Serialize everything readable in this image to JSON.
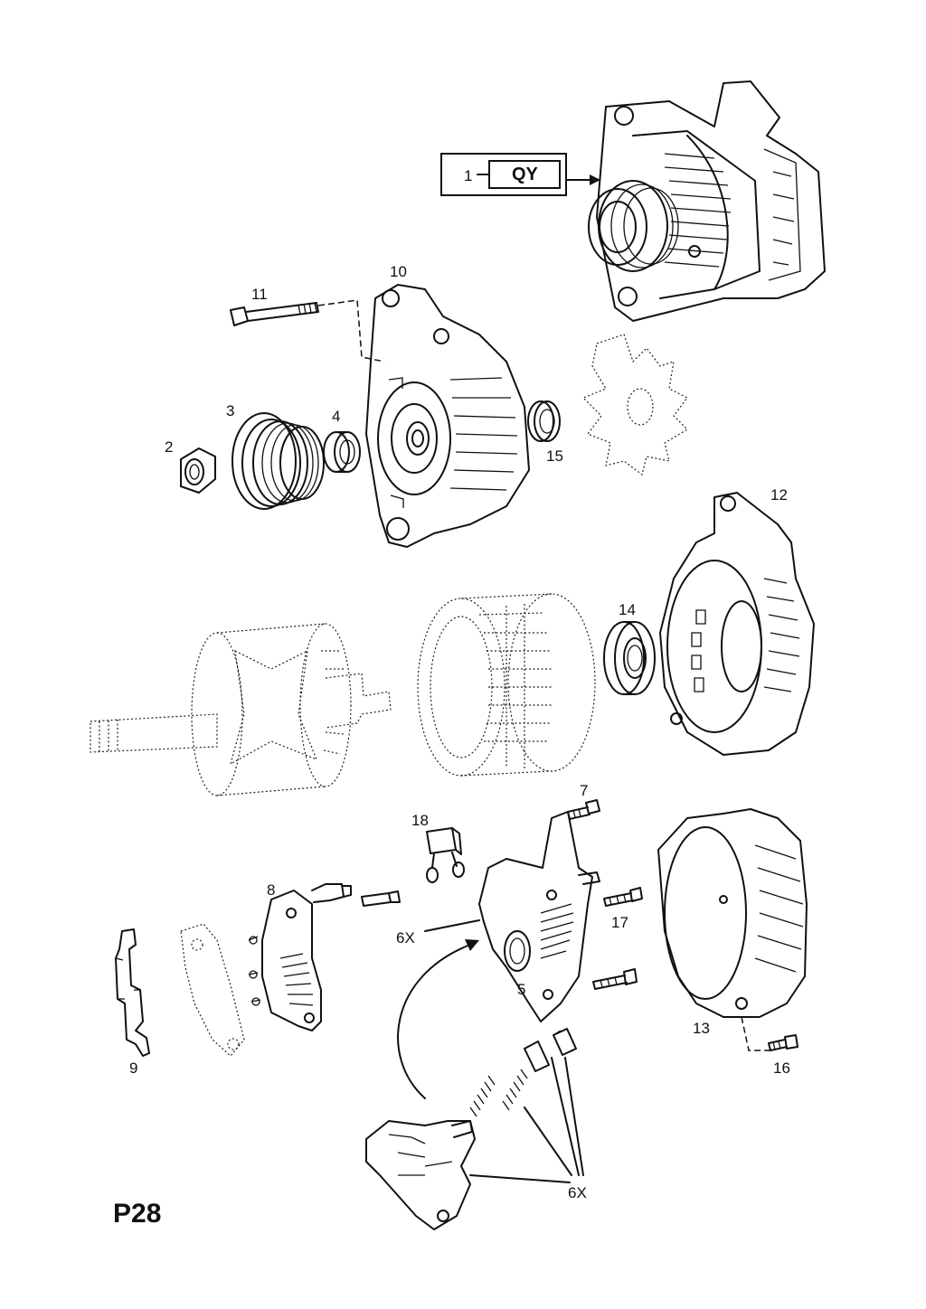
{
  "page_code": "P28",
  "callout": {
    "number": "1",
    "code": "QY"
  },
  "parts": [
    {
      "id": "p1",
      "text": "1"
    },
    {
      "id": "p2",
      "text": "2"
    },
    {
      "id": "p3",
      "text": "3"
    },
    {
      "id": "p4",
      "text": "4"
    },
    {
      "id": "p5",
      "text": "5"
    },
    {
      "id": "p7",
      "text": "7"
    },
    {
      "id": "p8",
      "text": "8"
    },
    {
      "id": "p9",
      "text": "9"
    },
    {
      "id": "p10",
      "text": "10"
    },
    {
      "id": "p11",
      "text": "11"
    },
    {
      "id": "p12",
      "text": "12"
    },
    {
      "id": "p13",
      "text": "13"
    },
    {
      "id": "p14",
      "text": "14"
    },
    {
      "id": "p15",
      "text": "15"
    },
    {
      "id": "p16",
      "text": "16"
    },
    {
      "id": "p17",
      "text": "17"
    },
    {
      "id": "p18",
      "text": "18"
    },
    {
      "id": "q6x_a",
      "text": "6X"
    },
    {
      "id": "q6x_b",
      "text": "6X"
    }
  ]
}
